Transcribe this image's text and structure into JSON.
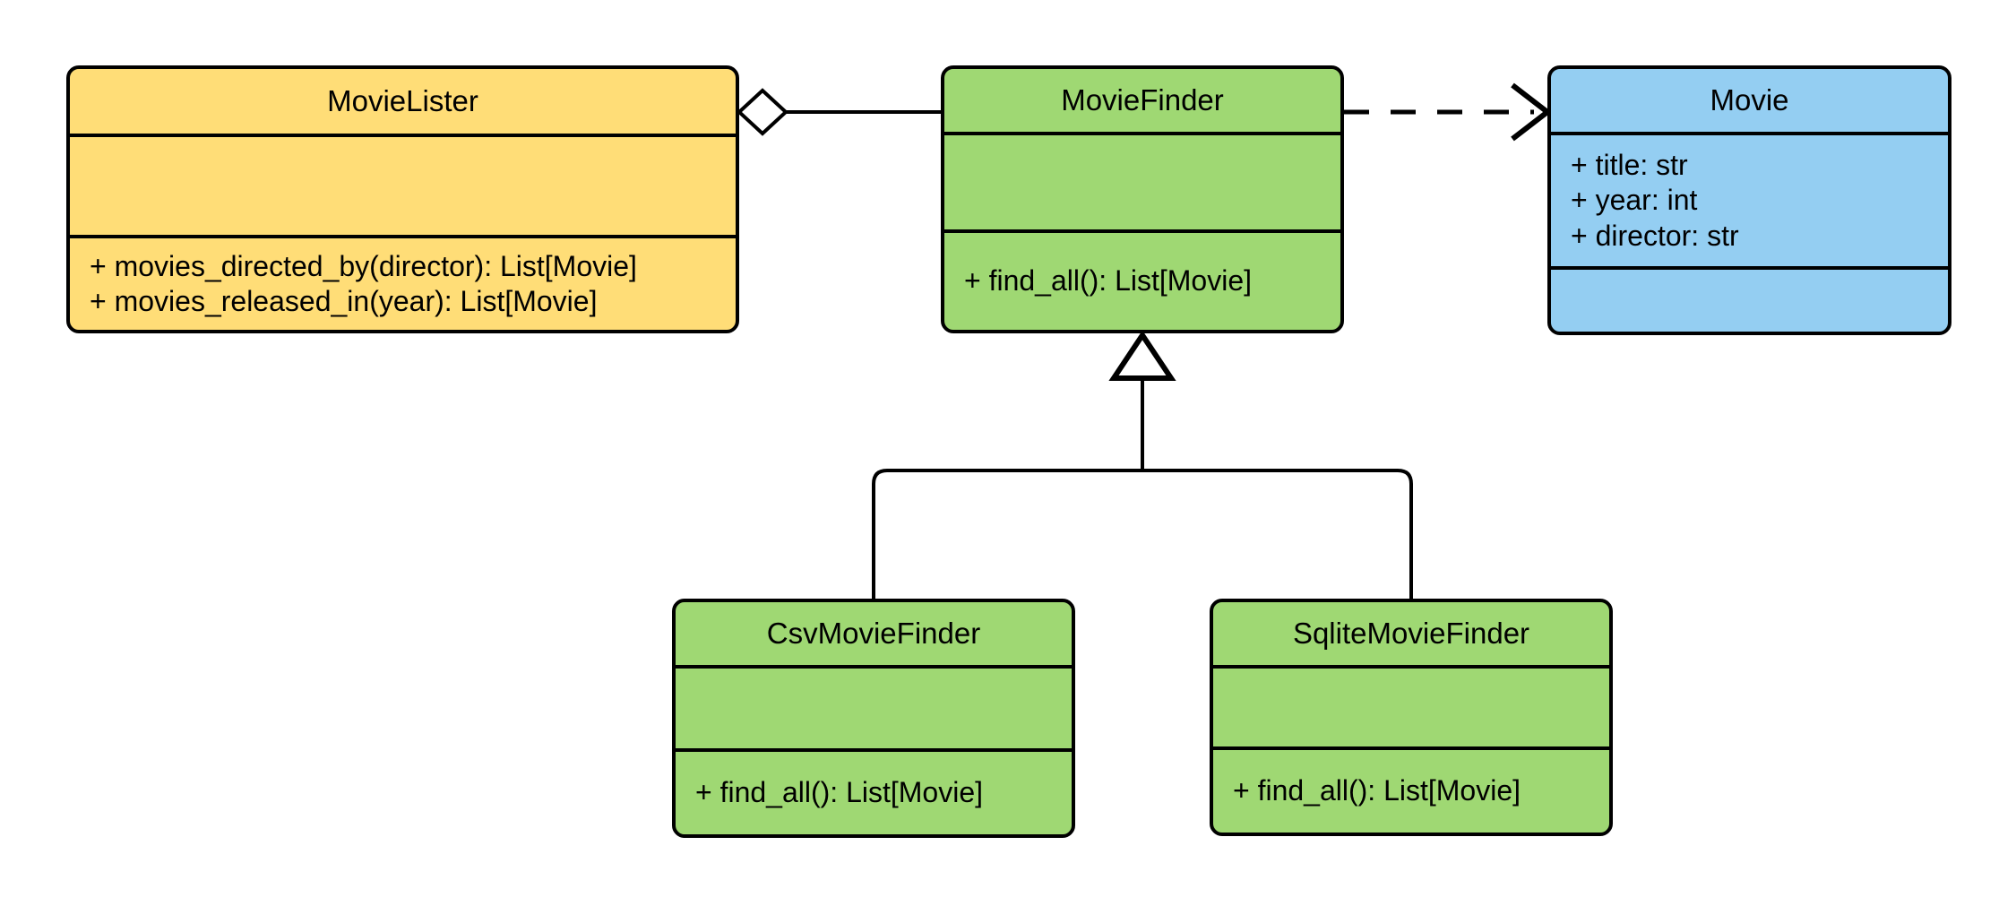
{
  "diagram": {
    "type": "uml-class-diagram",
    "background": "#ffffff",
    "line_color": "#000000",
    "palette": {
      "yellow": "#ffdd77",
      "green": "#9fd873",
      "blue": "#94cef2"
    }
  },
  "classes": [
    {
      "id": "movie-lister",
      "name": "MovieLister",
      "color": "#ffdd77",
      "attributes": [],
      "methods": [
        "+ movies_directed_by(director): List[Movie]",
        "+ movies_released_in(year): List[Movie]"
      ]
    },
    {
      "id": "movie-finder",
      "name": "MovieFinder",
      "color": "#9fd873",
      "attributes": [],
      "methods": [
        "+ find_all(): List[Movie]"
      ]
    },
    {
      "id": "movie",
      "name": "Movie",
      "color": "#94cef2",
      "attributes": [
        "+ title: str",
        "+ year: int",
        "+ director: str"
      ],
      "methods": []
    },
    {
      "id": "csv-movie-finder",
      "name": "CsvMovieFinder",
      "color": "#9fd873",
      "attributes": [],
      "methods": [
        "+ find_all(): List[Movie]"
      ]
    },
    {
      "id": "sqlite-movie-finder",
      "name": "SqliteMovieFinder",
      "color": "#9fd873",
      "attributes": [],
      "methods": [
        "+ find_all(): List[Movie]"
      ]
    }
  ],
  "relationships": [
    {
      "id": "aggregation-lister-finder",
      "kind": "aggregation",
      "from": "MovieLister",
      "to": "MovieFinder",
      "marker": "hollow-diamond"
    },
    {
      "id": "dependency-finder-movie",
      "kind": "dependency",
      "from": "MovieFinder",
      "to": "Movie",
      "marker": "open-arrow",
      "style": "dashed"
    },
    {
      "id": "generalization-csv-finder",
      "kind": "generalization",
      "from": "CsvMovieFinder",
      "to": "MovieFinder",
      "marker": "hollow-triangle"
    },
    {
      "id": "generalization-sqlite-finder",
      "kind": "generalization",
      "from": "SqliteMovieFinder",
      "to": "MovieFinder",
      "marker": "hollow-triangle"
    }
  ]
}
